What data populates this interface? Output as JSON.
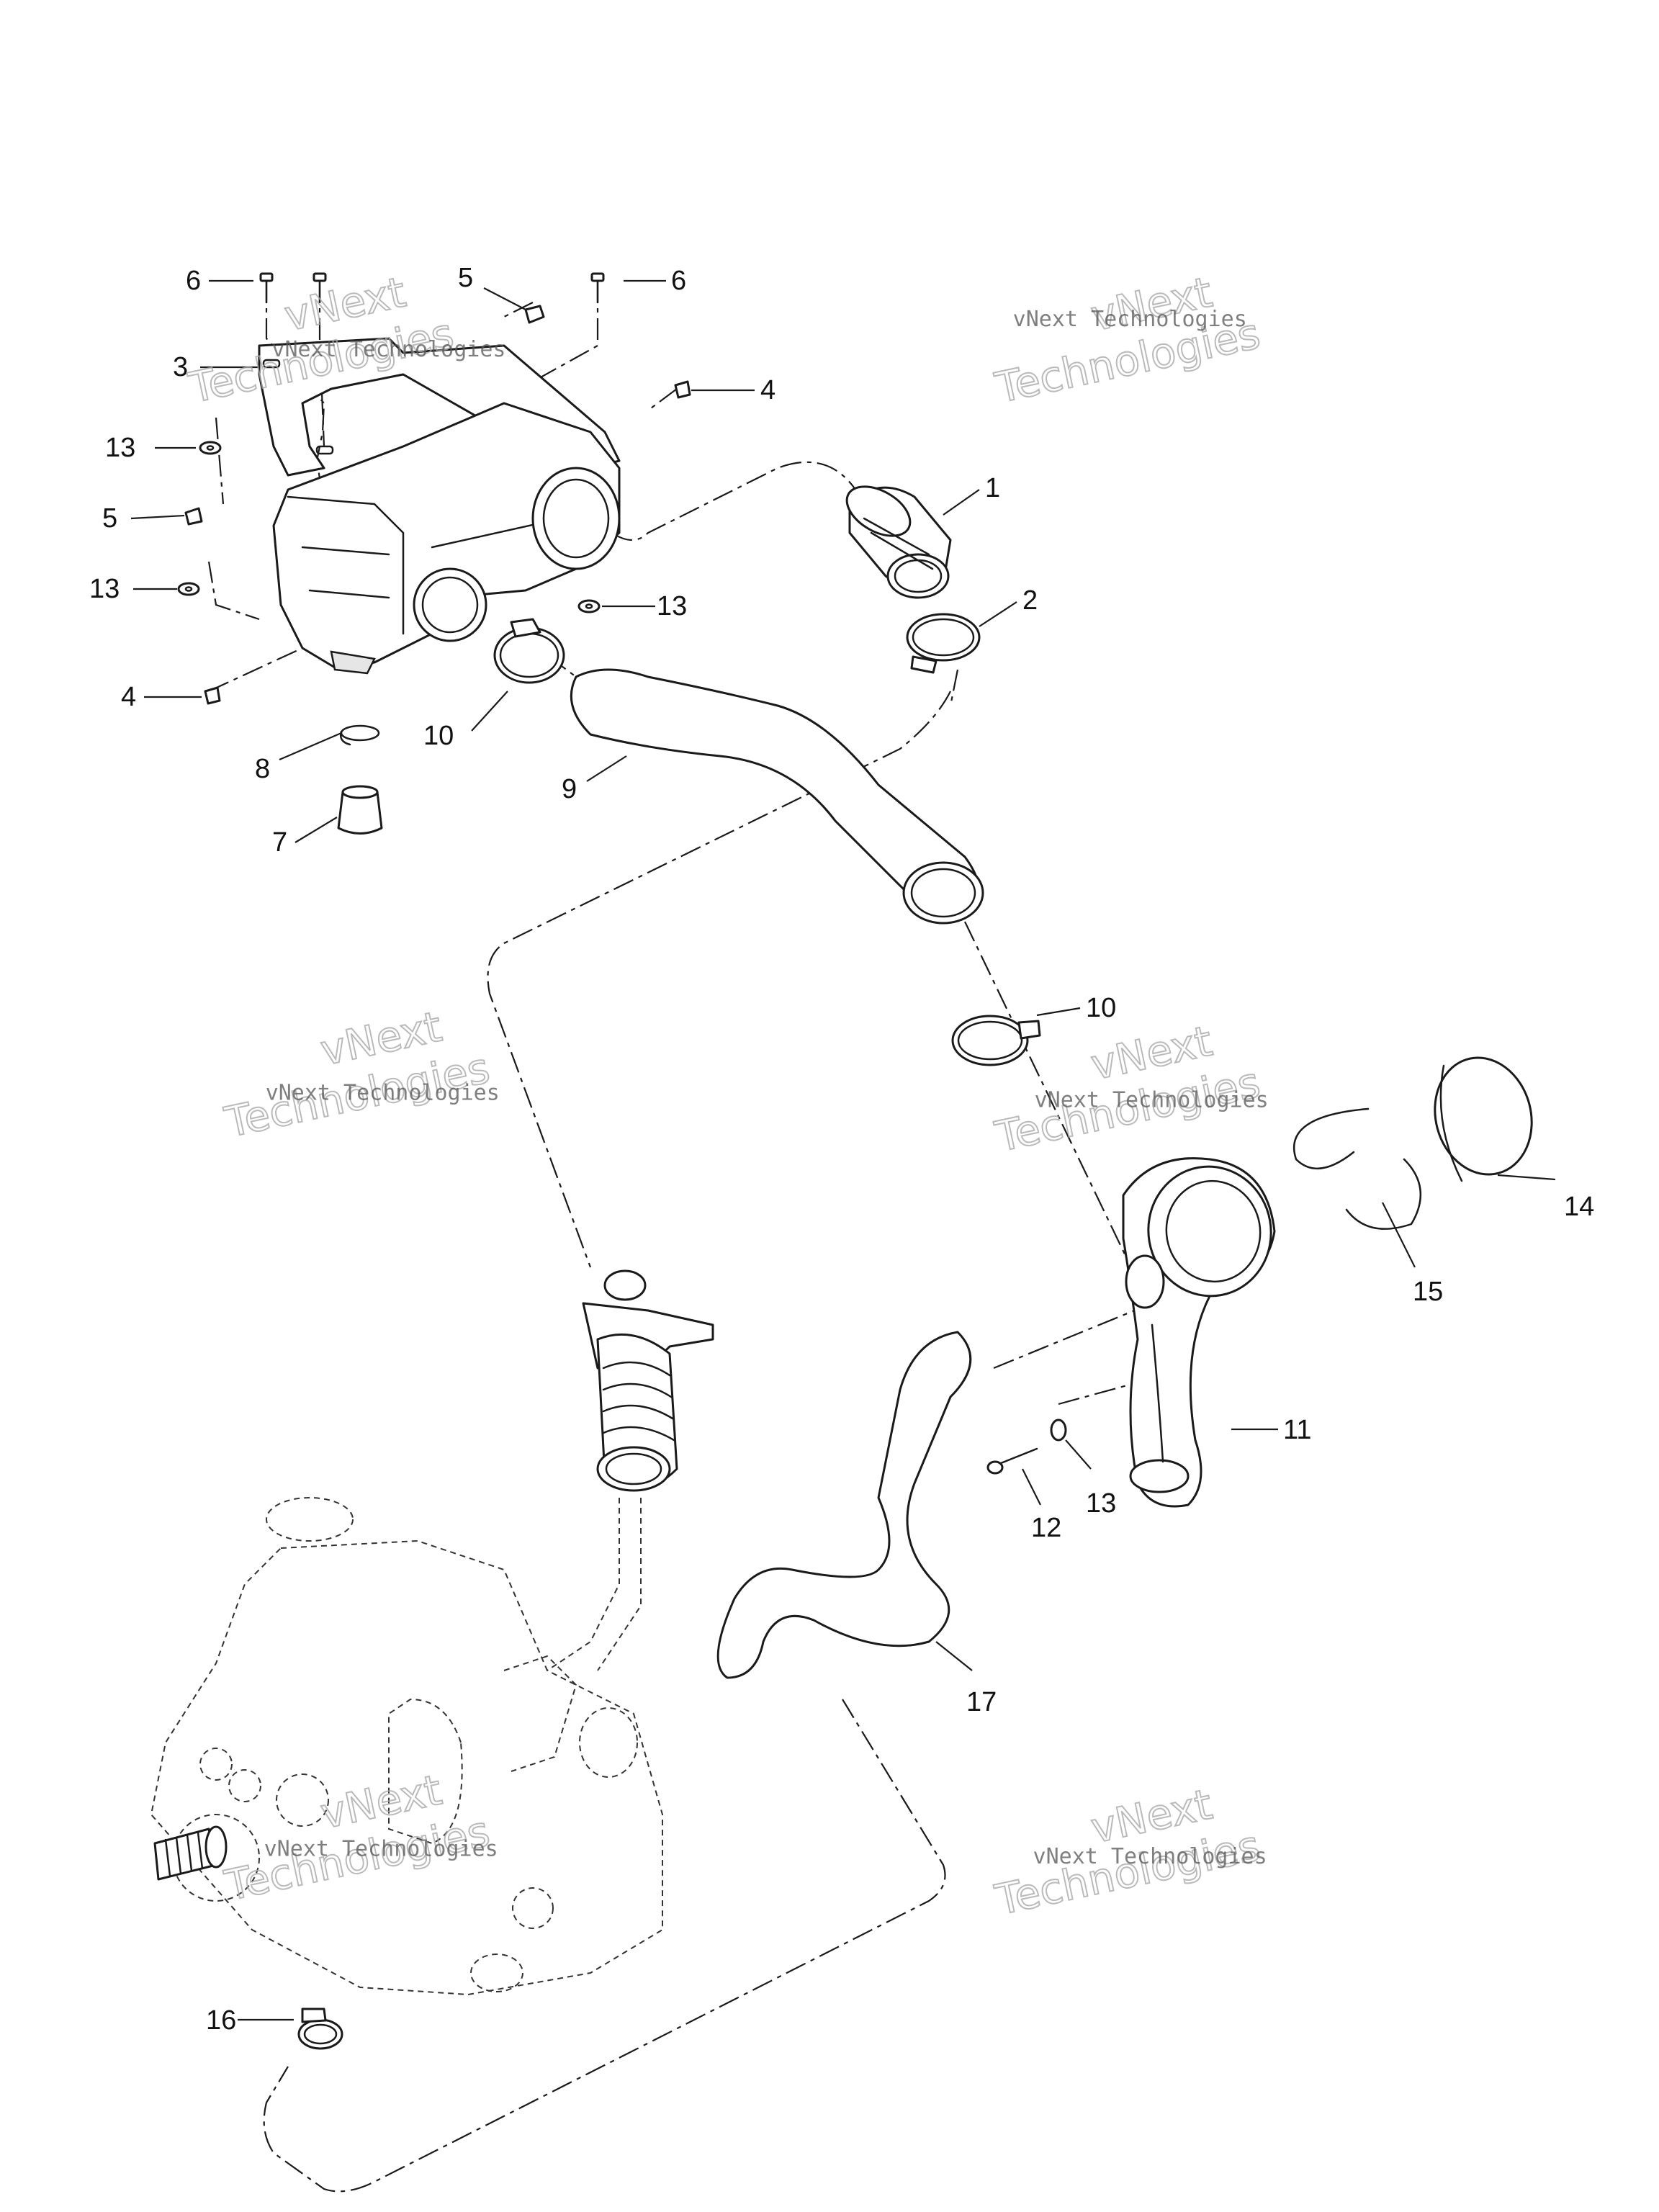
{
  "callouts": [
    {
      "label": "1"
    },
    {
      "label": "2"
    },
    {
      "label": "3"
    },
    {
      "label": "4"
    },
    {
      "label": "4"
    },
    {
      "label": "5"
    },
    {
      "label": "5"
    },
    {
      "label": "6"
    },
    {
      "label": "6"
    },
    {
      "label": "7"
    },
    {
      "label": "8"
    },
    {
      "label": "9"
    },
    {
      "label": "10"
    },
    {
      "label": "10"
    },
    {
      "label": "11"
    },
    {
      "label": "12"
    },
    {
      "label": "13"
    },
    {
      "label": "13"
    },
    {
      "label": "13"
    },
    {
      "label": "13"
    },
    {
      "label": "14"
    },
    {
      "label": "15"
    },
    {
      "label": "16"
    },
    {
      "label": "17"
    }
  ],
  "watermark": {
    "line1": "vNext Technologies",
    "line2": "vNext",
    "line3": "Technologies"
  }
}
